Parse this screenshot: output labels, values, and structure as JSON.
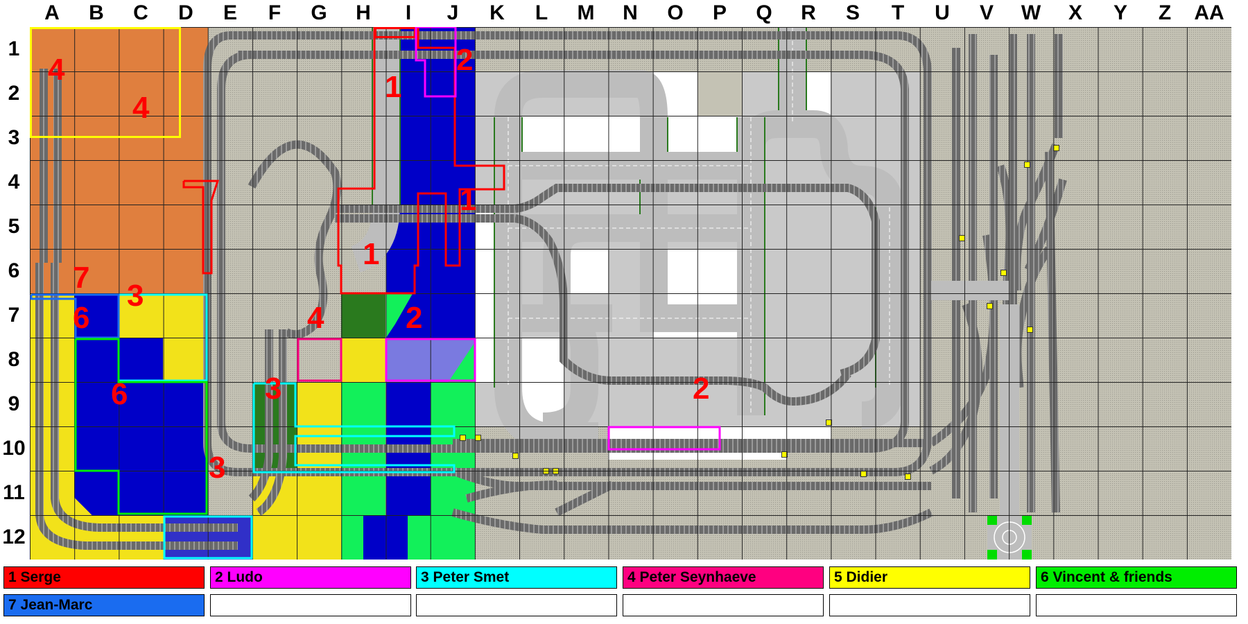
{
  "columns": [
    "A",
    "B",
    "C",
    "D",
    "E",
    "F",
    "G",
    "H",
    "I",
    "J",
    "K",
    "L",
    "M",
    "N",
    "O",
    "P",
    "Q",
    "R",
    "S",
    "T",
    "U",
    "V",
    "W",
    "X",
    "Y",
    "Z",
    "AA"
  ],
  "rows": [
    "1",
    "2",
    "3",
    "4",
    "5",
    "6",
    "7",
    "8",
    "9",
    "10",
    "11",
    "12"
  ],
  "colors": {
    "baseplate": "#c4c2b4",
    "orange": "#e07f3e",
    "yellow": "#f2e21a",
    "blue": "#0000c8",
    "light_green": "#12f05a",
    "dark_green": "#2a7a1e",
    "bright_green": "#00dd00",
    "road": "#bdbdbd",
    "white_lot": "#ffffff",
    "zone1": "#ff0000",
    "zone2": "#ff00ff",
    "zone3": "#00ffff",
    "zone4": "#ff0080",
    "zone5": "#ffff00",
    "zone6": "#00ee00",
    "zone7": "#1a6cf0"
  },
  "zone_labels": [
    {
      "num": "4",
      "cell": "A2"
    },
    {
      "num": "4",
      "cell": "C3"
    },
    {
      "num": "2",
      "cell": "K1"
    },
    {
      "num": "1",
      "cell": "J2"
    },
    {
      "num": "1",
      "cell": "L5"
    },
    {
      "num": "1",
      "cell": "I6"
    },
    {
      "num": "7",
      "cell": "B7"
    },
    {
      "num": "3",
      "cell": "C7"
    },
    {
      "num": "6",
      "cell": "B8"
    },
    {
      "num": "4",
      "cell": "H8"
    },
    {
      "num": "2",
      "cell": "K8"
    },
    {
      "num": "6",
      "cell": "C10"
    },
    {
      "num": "3",
      "cell": "G10"
    },
    {
      "num": "2",
      "cell": "Q10"
    },
    {
      "num": "3",
      "cell": "F12"
    }
  ],
  "legend": [
    {
      "label": "1 Serge",
      "color": "#ff0000"
    },
    {
      "label": "2 Ludo",
      "color": "#ff00ff"
    },
    {
      "label": "3 Peter Smet",
      "color": "#00ffff"
    },
    {
      "label": "4 Peter Seynhaeve",
      "color": "#ff0080"
    },
    {
      "label": "5 Didier",
      "color": "#ffff00"
    },
    {
      "label": "6 Vincent & friends",
      "color": "#00ee00"
    },
    {
      "label": "7 Jean-Marc",
      "color": "#1a6cf0"
    },
    {
      "label": "",
      "color": "#ffffff"
    },
    {
      "label": "",
      "color": "#ffffff"
    },
    {
      "label": "",
      "color": "#ffffff"
    },
    {
      "label": "",
      "color": "#ffffff"
    },
    {
      "label": "",
      "color": "#ffffff"
    }
  ]
}
